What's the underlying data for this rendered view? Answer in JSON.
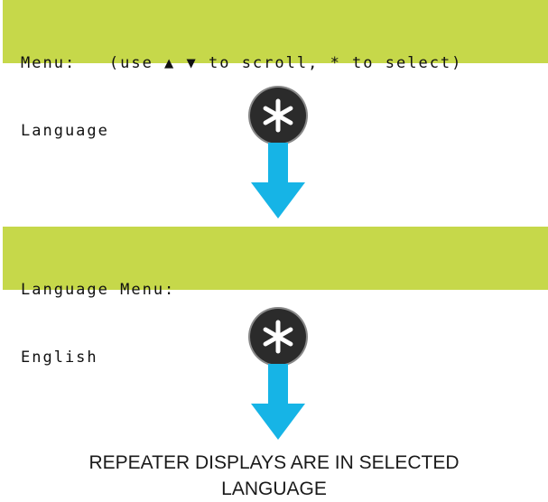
{
  "screen1": {
    "line1": "Menu:   (use ▲ ▼ to scroll, * to select)",
    "line2": "Language"
  },
  "screen2": {
    "line1": "Language Menu:",
    "line2": "English"
  },
  "buttons": {
    "select_icon": "asterisk-select-icon"
  },
  "caption": {
    "line1": "REPEATER DISPLAYS ARE IN SELECTED",
    "line2": "LANGUAGE"
  },
  "colors": {
    "lcd_background": "#c6d84a",
    "arrow": "#16b4e6",
    "button": "#2b2b2b"
  }
}
